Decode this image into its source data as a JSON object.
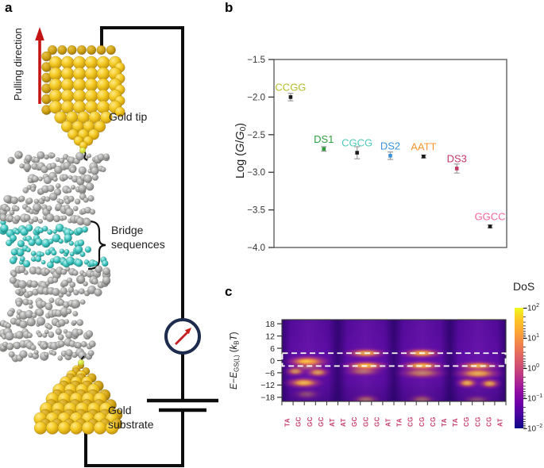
{
  "figure": {
    "background": "#ffffff"
  },
  "panel_a": {
    "letter": "a",
    "pulling_direction_label": "Pulling direction",
    "gold_tip_label": "Gold tip",
    "bridge_label_line1": "Bridge",
    "bridge_label_line2": "sequences",
    "substrate_label_line1": "Gold",
    "substrate_label_line2": "substrate",
    "colors": {
      "gold": "#f0c41f",
      "dna_gray": "#a8a8a8",
      "bridge_cyan": "#3fc6c2",
      "wire": "#0d0d0d",
      "arrow_red": "#c41414",
      "meter_ring": "#1c2b4e"
    }
  },
  "panel_b": {
    "letter": "b",
    "ylabel_parts": {
      "p1": "Log (",
      "g1": "G",
      "p2": "/",
      "g2": "G",
      "sub": "0",
      "p3": ")"
    }
  },
  "panel_c": {
    "letter": "c",
    "colorbar_title": "DoS",
    "ylabel_parts": {
      "e1": "E",
      "p1": "−",
      "e2": "E",
      "sub1": "GS(L)",
      "p2": " (",
      "k": "k",
      "sub2": "B",
      "t": "T",
      "p3": ")"
    }
  },
  "chart_data": [
    {
      "type": "scatter",
      "ylabel": "Log (G/G0)",
      "ylim": [
        -4.0,
        -1.5
      ],
      "yticks": [
        -1.5,
        -2.0,
        -2.5,
        -3.0,
        -3.5,
        -4.0
      ],
      "ytick_labels": [
        "−1.5",
        "−2.0",
        "−2.5",
        "−3.0",
        "−3.5",
        "−4.0"
      ],
      "grid": false,
      "points": [
        {
          "label": "CCGG",
          "value": -2.0,
          "error": 0.05,
          "label_color": "#b5bd2c",
          "marker_color": "#1a1a1a"
        },
        {
          "label": "DS1",
          "value": -2.69,
          "error": 0.03,
          "label_color": "#2f9e41",
          "marker_color": "#2f9e41"
        },
        {
          "label": "CGCG",
          "value": -2.74,
          "error": 0.08,
          "label_color": "#4cc9bb",
          "marker_color": "#1a1a1a"
        },
        {
          "label": "DS2",
          "value": -2.78,
          "error": 0.05,
          "label_color": "#3c92d9",
          "marker_color": "#3c92d9"
        },
        {
          "label": "AATT",
          "value": -2.79,
          "error": 0.02,
          "label_color": "#f79630",
          "marker_color": "#1a1a1a"
        },
        {
          "label": "DS3",
          "value": -2.95,
          "error": 0.06,
          "label_color": "#c23a63",
          "marker_color": "#c23a63"
        },
        {
          "label": "GGCC",
          "value": -3.72,
          "error": 0.02,
          "label_color": "#f2669f",
          "marker_color": "#1a1a1a"
        }
      ]
    },
    {
      "type": "heatmap",
      "ylabel": "E−E_GS(L) (kB T)",
      "ylim": [
        -20,
        20
      ],
      "yticks": [
        18,
        12,
        6,
        0,
        -6,
        -12,
        -18
      ],
      "ytick_labels": [
        "18",
        "12",
        "6",
        "0",
        "−6",
        "−12",
        "−18"
      ],
      "x_categories": [
        "TA",
        "GC",
        "GC",
        "GC",
        "AT",
        "AT",
        "GC",
        "GC",
        "GC",
        "AT",
        "TA",
        "CG",
        "CG",
        "CG",
        "TA",
        "TA",
        "CG",
        "CG",
        "CG",
        "AT"
      ],
      "x_label_color": "#c9406d",
      "background_color": "#54089b",
      "dashed_box": {
        "e_top": 3.6,
        "e_bottom": -2.7,
        "color": "#ffffff"
      },
      "colorbar": {
        "title": "DoS",
        "scale": "log",
        "tick_base": "10",
        "tick_exps": [
          "2",
          "1",
          "0",
          "−1",
          "−2"
        ],
        "gradient": [
          "#f0f921",
          "#fdc527",
          "#fca636",
          "#f1834c",
          "#e16462",
          "#cd4a76",
          "#b12a90",
          "#8f0da4",
          "#6a00a8",
          "#41049d",
          "#0d0887"
        ]
      },
      "column_glows": [
        2.4,
        7.5,
        12.5,
        17.5
      ],
      "dark_gaps": [
        [
          -0.5,
          0.45
        ],
        [
          4.45,
          5.5
        ],
        [
          9.5,
          10.5
        ],
        [
          14.5,
          15.5
        ],
        [
          19.55,
          20.5
        ]
      ],
      "bands": [
        {
          "x0": 0.4,
          "x1": 4.3,
          "e": -0.6,
          "h": 3.0,
          "a": 0.95
        },
        {
          "x0": 0.7,
          "x1": 3.4,
          "e": -0.4,
          "h": 1.8,
          "a": 0.55
        },
        {
          "x0": 0.5,
          "x1": 4.0,
          "e": -3.4,
          "h": 2.0,
          "a": 0.35
        },
        {
          "x0": 0.4,
          "x1": 2.0,
          "e": -5.3,
          "h": 2.2,
          "a": 0.7
        },
        {
          "x0": 2.2,
          "x1": 4.2,
          "e": -5.8,
          "h": 2.4,
          "a": 0.75
        },
        {
          "x0": 0.3,
          "x1": 3.6,
          "e": -10.9,
          "h": 2.6,
          "a": 0.9
        },
        {
          "x0": 1.0,
          "x1": 3.4,
          "e": -16.5,
          "h": 2.4,
          "a": 0.3
        },
        {
          "x0": 5.6,
          "x1": 9.4,
          "e": 3.6,
          "h": 2.4,
          "a": 0.85
        },
        {
          "x0": 5.4,
          "x1": 9.6,
          "e": -2.6,
          "h": 2.4,
          "a": 1.0
        },
        {
          "x0": 5.5,
          "x1": 9.0,
          "e": -5.3,
          "h": 2.4,
          "a": 0.5
        },
        {
          "x0": 6.3,
          "x1": 8.7,
          "e": -19.2,
          "h": 2.6,
          "a": 0.45
        },
        {
          "x0": 10.6,
          "x1": 14.4,
          "e": 3.6,
          "h": 2.4,
          "a": 0.9
        },
        {
          "x0": 10.4,
          "x1": 14.6,
          "e": -2.6,
          "h": 2.4,
          "a": 0.95
        },
        {
          "x0": 10.2,
          "x1": 14.8,
          "e": -6.1,
          "h": 2.8,
          "a": 0.6
        },
        {
          "x0": 11.3,
          "x1": 13.7,
          "e": -19.2,
          "h": 2.6,
          "a": 0.4
        },
        {
          "x0": 15.5,
          "x1": 19.6,
          "e": -2.7,
          "h": 2.4,
          "a": 0.9
        },
        {
          "x0": 15.3,
          "x1": 19.7,
          "e": -6.3,
          "h": 2.8,
          "a": 0.85
        },
        {
          "x0": 15.7,
          "x1": 17.4,
          "e": -11.0,
          "h": 2.4,
          "a": 0.85
        },
        {
          "x0": 17.7,
          "x1": 19.4,
          "e": -11.3,
          "h": 2.4,
          "a": 0.8
        },
        {
          "x0": 16.2,
          "x1": 18.6,
          "e": -19.3,
          "h": 2.4,
          "a": 0.3
        }
      ]
    }
  ]
}
